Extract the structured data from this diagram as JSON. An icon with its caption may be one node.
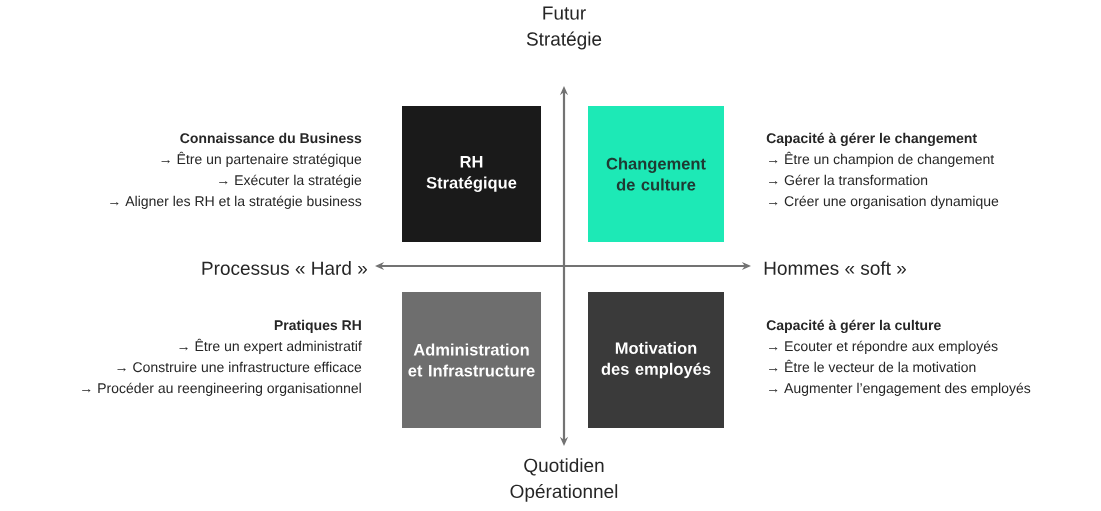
{
  "diagram": {
    "nodes": [
      {
        "text": [
          "RH Stratégique"
        ],
        "beside": [
          "Connaissance du Business",
          "→ Être un partenaire stratégique",
          "→ Exécuter la stratégie",
          "→ Aligner les RH et la stratégie business"
        ]
      },
      {
        "text": [
          "Changement de culture"
        ],
        "beside": [
          "Capacité à gérer le changement",
          "→ Être un champion de changement",
          "→  Gérer la transformation",
          "→  Créer une organisation dynamique"
        ]
      },
      {
        "text": [
          "Administration et Infrastructure"
        ],
        "beside": [
          "Pratiques RH",
          "→  Être un expert administratif",
          "→  Construire une infrastructure efficace",
          "→  Procéder au reengineering organisationnel"
        ]
      },
      {
        "text": [
          "Motivation des employés"
        ],
        "beside": [
          "Capacité à gérer la culture",
          "→  Ecouter et répondre aux employés",
          "→  Être le vecteur de la motivation",
          "→  Augmenter l’engagement des employés"
        ]
      }
    ],
    "labels": [
      "Futur Stratégie",
      "Processus « Hard »",
      "Hommes « soft »",
      "Quotidien Opérationnel"
    ]
  }
}
